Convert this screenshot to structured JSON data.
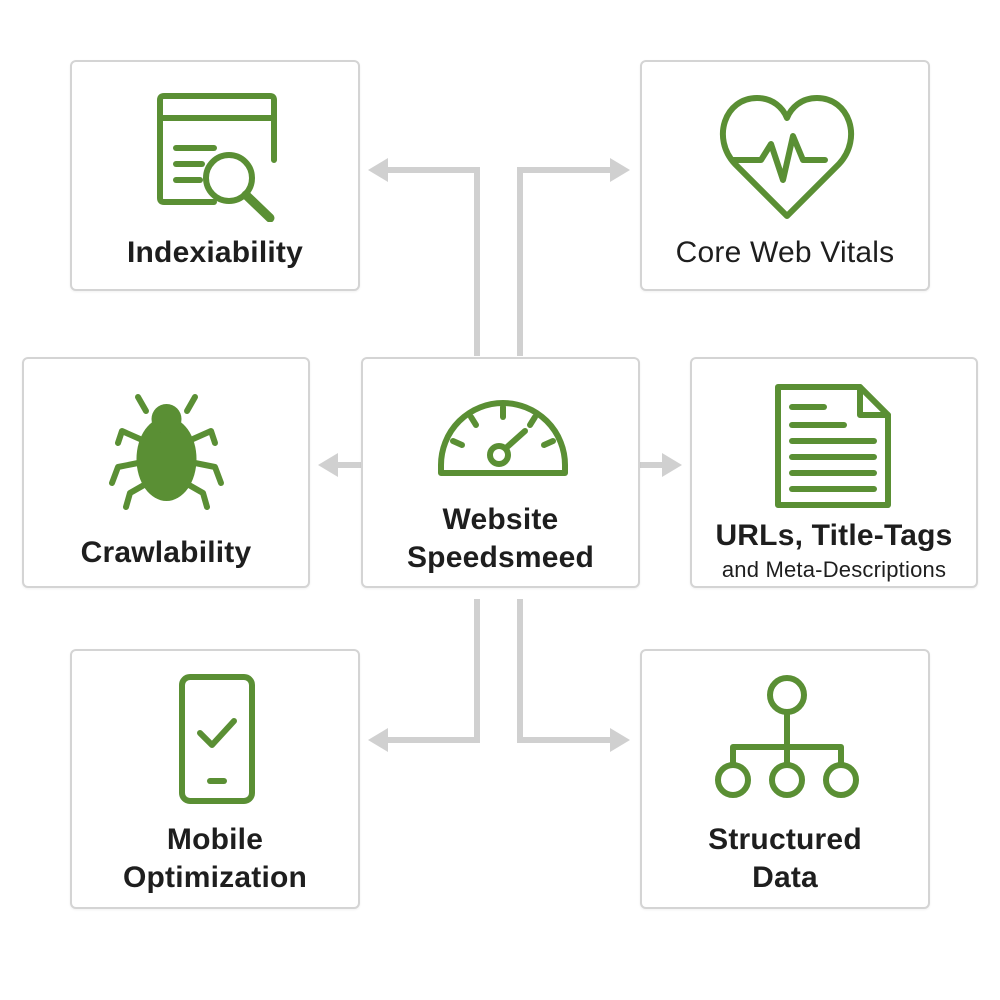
{
  "colors": {
    "accent": "#5a8f34",
    "card_border": "#d4d4d4",
    "connector": "#d0d0d0",
    "text": "#1e1e1e"
  },
  "diagram": {
    "center": {
      "icon": "speedometer-icon",
      "label_line1": "Website",
      "label_line2": "Speedsmeed"
    },
    "nodes": {
      "indexiability": {
        "icon": "browser-search-icon",
        "label": "Indexiability"
      },
      "core_web_vitals": {
        "icon": "heart-pulse-icon",
        "label": "Core Web Vitals"
      },
      "crawlability": {
        "icon": "bug-icon",
        "label": "Crawlability"
      },
      "urls_title_tags": {
        "icon": "document-icon",
        "label_line1": "URLs, Title-Tags",
        "label_line2": "and Meta-Descriptions"
      },
      "mobile_optimization": {
        "icon": "mobile-check-icon",
        "label_line1": "Mobile",
        "label_line2": "Optimization"
      },
      "structured_data": {
        "icon": "hierarchy-icon",
        "label_line1": "Structured",
        "label_line2": "Data"
      }
    }
  }
}
